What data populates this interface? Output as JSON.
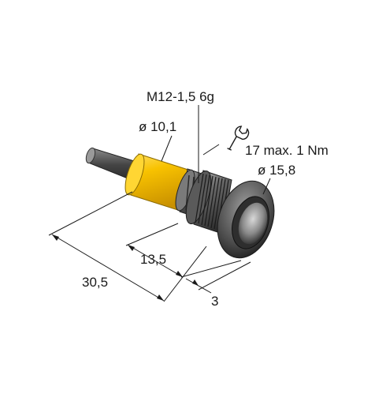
{
  "labels": {
    "thread": "M12-1,5 6g",
    "body_diameter": "ø 10,1",
    "wrench_torque": "17 max. 1 Nm",
    "head_diameter": "ø 15,8",
    "total_length": "30,5",
    "thread_length": "13,5",
    "head_height": "3"
  },
  "colors": {
    "sleeve": "#f8c200",
    "sleeve_dark": "#d9a200",
    "metal_dark": "#3a3a3a",
    "metal_mid": "#707070",
    "metal_light": "#bdbdbd",
    "cable": "#555555",
    "line": "#1a1a1a"
  },
  "icons": {
    "wrench": "wrench-icon"
  }
}
